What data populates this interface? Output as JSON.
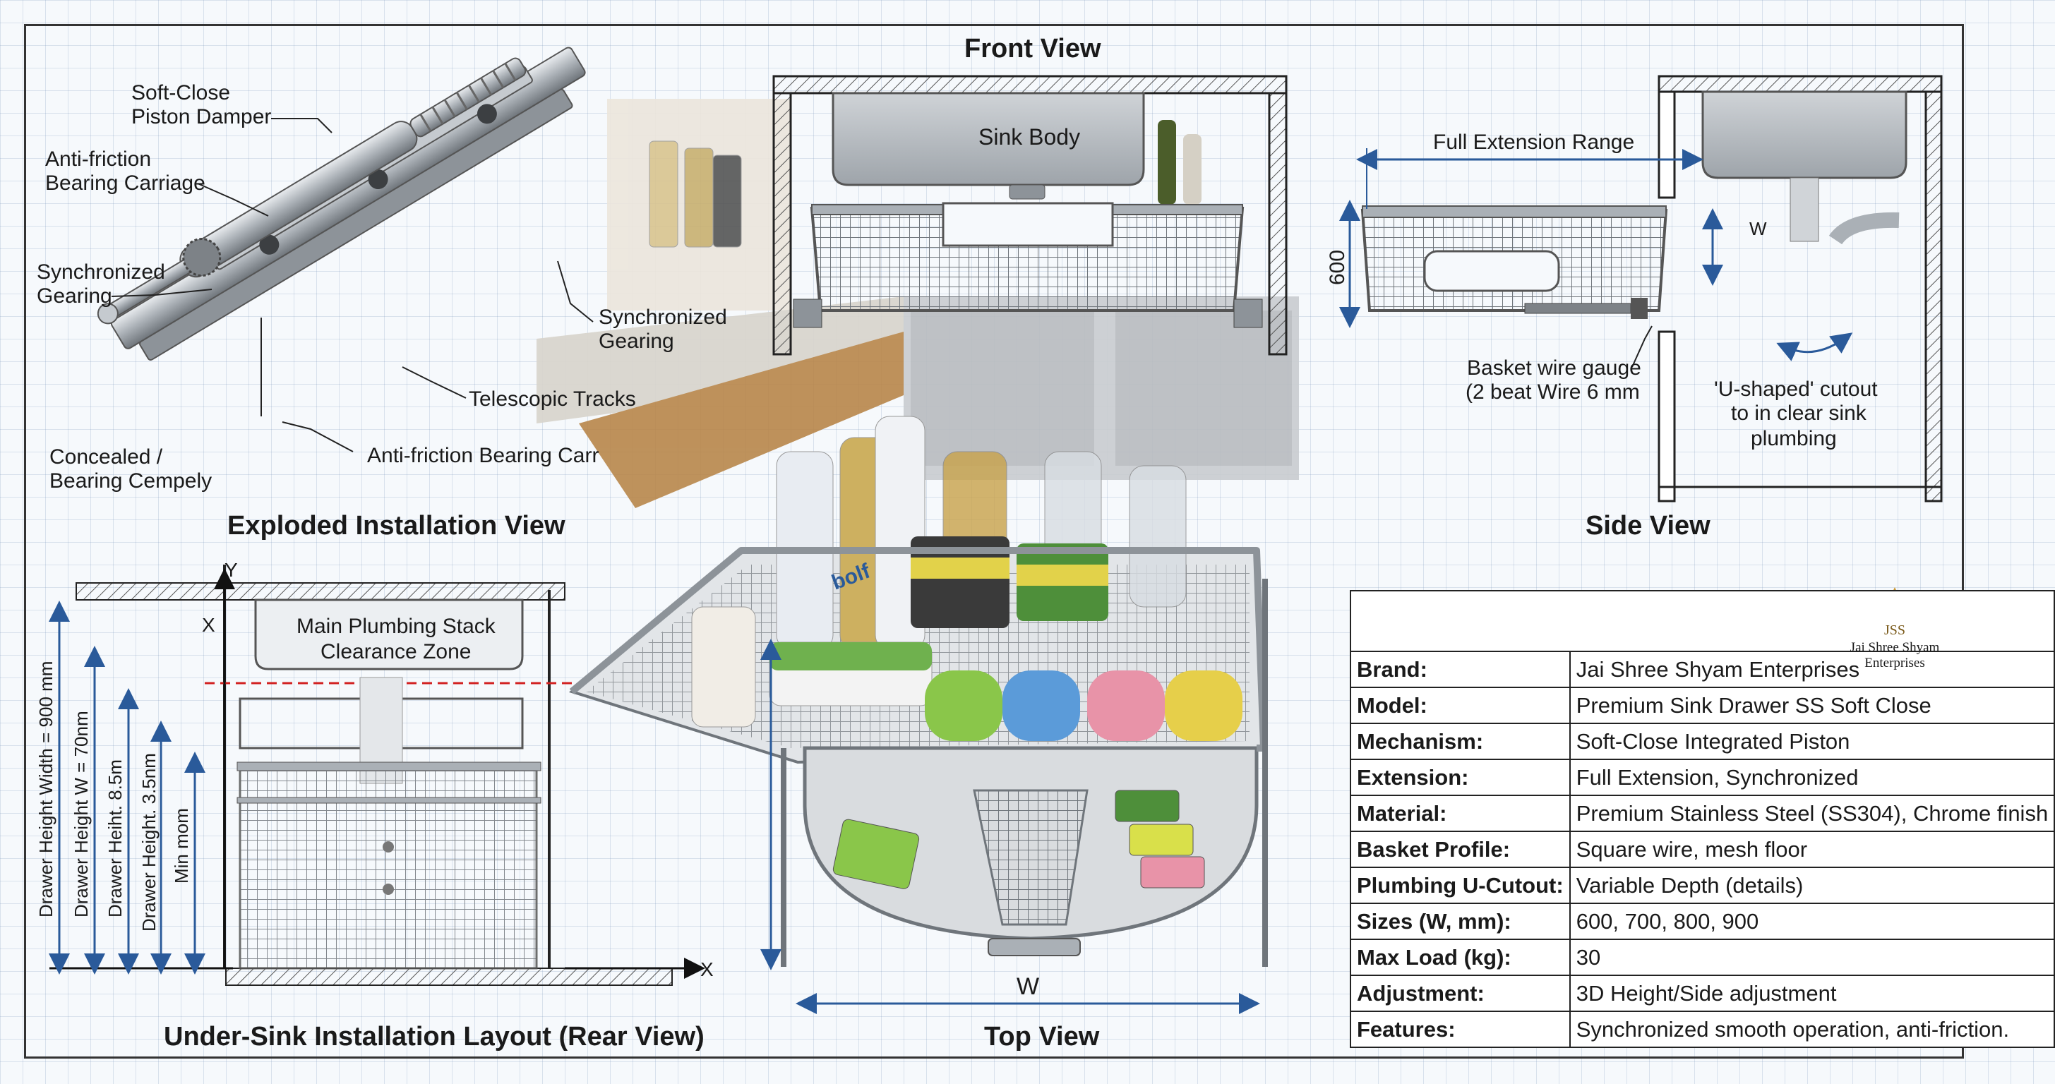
{
  "views": {
    "front": "Front View",
    "side": "Side View",
    "exploded": "Exploded Installation View",
    "top": "Top View",
    "layout": "Under-Sink Installation Layout (Rear View)"
  },
  "exploded_labels": {
    "soft_close_1": "Soft-Close",
    "soft_close_2": "Piston Damper",
    "anti_friction_1": "Anti-friction",
    "anti_friction_2": "Bearing Carriage",
    "sync_1": "Synchronized",
    "sync_2": "Gearing",
    "sync_right_1": "Synchronized",
    "sync_right_2": "Gearing",
    "telescopic": "Telescopic Tracks",
    "concealed_1": "Concealed /",
    "concealed_2": "Bearing Cempely",
    "anti_friction_carr": "Anti-friction Bearing Carr"
  },
  "front_labels": {
    "sink_body": "Sink Body"
  },
  "side_labels": {
    "full_extension": "Full Extension Range",
    "dim_600": "600",
    "w": "W",
    "wire_gauge_1": "Basket wire gauge",
    "wire_gauge_2": "(2 beat Wire 6 mm",
    "cutout_1": "'U-shaped' cutout",
    "cutout_2": "to in clear sink",
    "cutout_3": "plumbing"
  },
  "layout_labels": {
    "y": "Y",
    "x_top": "X",
    "x_right": "X",
    "zone_1": "Main Plumbing Stack",
    "zone_2": "Clearance Zone",
    "dim_1": "Drawer Height Width = 900 mm",
    "dim_2": "Drawer Height W = 70nm",
    "dim_3": "Drawer Heiht. 8.5m",
    "dim_4": "Drawer Height. 3.5nm",
    "dim_5": "Min mom"
  },
  "top_labels": {
    "w": "W",
    "bottle_label": "bolf"
  },
  "spec_table": {
    "logo_initials": "JSS",
    "logo_line1": "Jai Shree Shyam",
    "logo_line2": "Enterprises",
    "rows": [
      {
        "key": "Brand:",
        "value": "Jai Shree Shyam Enterprises"
      },
      {
        "key": "Model:",
        "value": "Premium Sink Drawer SS Soft Close"
      },
      {
        "key": "Mechanism:",
        "value": "Soft-Close Integrated Piston"
      },
      {
        "key": "Extension:",
        "value": "Full Extension, Synchronized"
      },
      {
        "key": "Material:",
        "value": "Premium Stainless Steel (SS304), Chrome finish"
      },
      {
        "key": "Basket Profile:",
        "value": "Square wire, mesh floor"
      },
      {
        "key": "Plumbing U-Cutout:",
        "value": "Variable Depth (details)"
      },
      {
        "key": "Sizes (W, mm):",
        "value": "600, 700, 800, 900"
      },
      {
        "key": "Max Load (kg):",
        "value": "30"
      },
      {
        "key": "Adjustment:",
        "value": "3D Height/Side adjustment"
      },
      {
        "key": "Features:",
        "value": "Synchronized smooth operation, anti-friction."
      }
    ]
  },
  "colors": {
    "steel": "#b8bcc0",
    "steel_dark": "#7d8287",
    "dim_blue": "#2a5a9a",
    "clearance_red": "#d22222",
    "counter_wood": "#b8864a",
    "gold": "#c9962f"
  }
}
